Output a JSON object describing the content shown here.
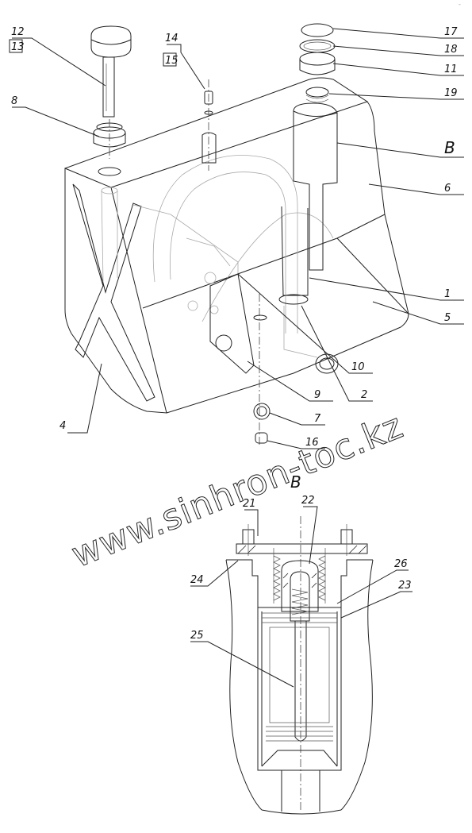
{
  "callouts": {
    "c12": "12",
    "c13": "13",
    "c8": "8",
    "c14": "14",
    "c15": "15",
    "c17": "17",
    "c18": "18",
    "c11": "11",
    "c19": "19",
    "cB": "B",
    "c6": "6",
    "c1": "1",
    "c5": "5",
    "c10": "10",
    "c2": "2",
    "c9": "9",
    "c7": "7",
    "c16": "16",
    "c4": "4",
    "c21": "21",
    "c22": "22",
    "c26": "26",
    "c23": "23",
    "c24": "24",
    "c25": "25"
  },
  "section_title": "B",
  "watermark": "www.sinhron-toc.kz",
  "corner_mark": "-"
}
